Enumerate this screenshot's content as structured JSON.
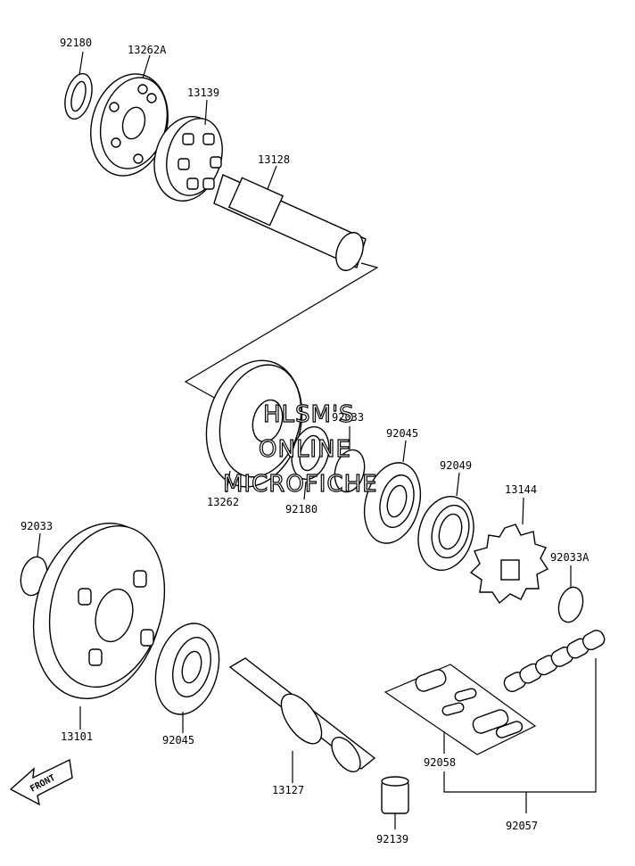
{
  "labels": {
    "l92180a": "92180",
    "l13262A": "13262A",
    "l13139": "13139",
    "l13128": "13128",
    "l13262": "13262",
    "l92180b": "92180",
    "l92033top": "92033",
    "l92045a": "92045",
    "l92049": "92049",
    "l13144": "13144",
    "l92033A": "92033A",
    "l92033": "92033",
    "l13101": "13101",
    "l92045b": "92045",
    "l13127": "13127",
    "l92058": "92058",
    "l92139": "92139",
    "l92057": "92057"
  },
  "watermark": {
    "line1": "HLSM'S",
    "line2": "ONLINE",
    "line3": "MICROFICHE"
  },
  "front_arrow": "FRONT"
}
